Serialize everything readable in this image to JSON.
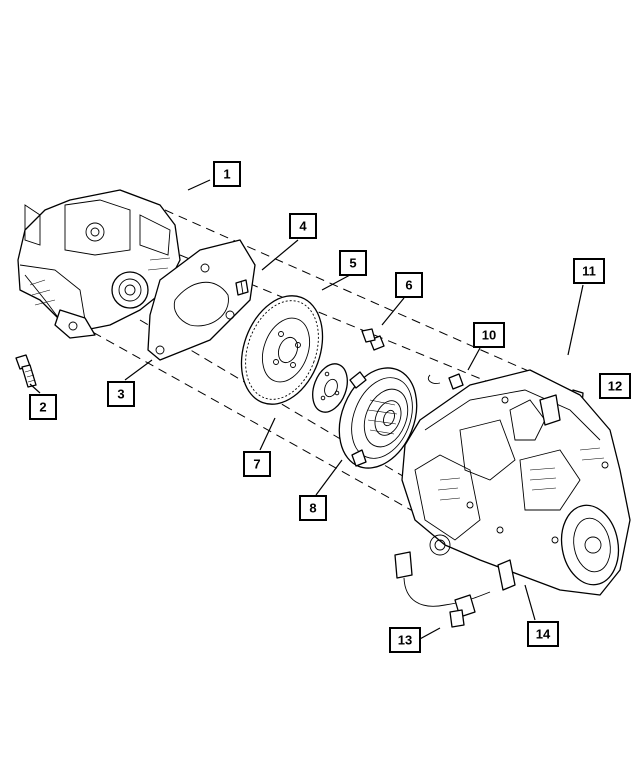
{
  "callouts": [
    {
      "id": "1",
      "label": "1"
    },
    {
      "id": "2",
      "label": "2"
    },
    {
      "id": "3",
      "label": "3"
    },
    {
      "id": "4",
      "label": "4"
    },
    {
      "id": "5",
      "label": "5"
    },
    {
      "id": "6",
      "label": "6"
    },
    {
      "id": "7",
      "label": "7"
    },
    {
      "id": "8",
      "label": "8"
    },
    {
      "id": "10",
      "label": "10"
    },
    {
      "id": "11",
      "label": "11"
    },
    {
      "id": "12",
      "label": "12"
    },
    {
      "id": "13",
      "label": "13"
    },
    {
      "id": "14",
      "label": "14"
    }
  ],
  "colors": {
    "line": "#000000",
    "background": "#ffffff"
  }
}
